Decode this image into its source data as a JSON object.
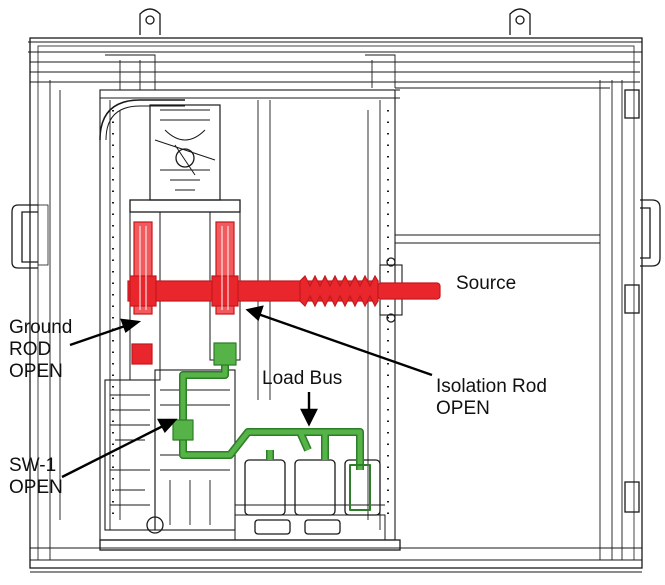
{
  "labels": {
    "source": "Source",
    "ground": [
      "Ground",
      "ROD",
      "OPEN"
    ],
    "load_bus": "Load Bus",
    "isolation": [
      "Isolation Rod",
      "OPEN"
    ],
    "sw1": [
      "SW-1",
      "OPEN"
    ]
  },
  "colors": {
    "line": "#1a1a1a",
    "energized": "#e8262b",
    "energized_fill": "#f25a5e",
    "load_path": "#55b348",
    "load_path_dark": "#2e7d28",
    "background": "#ffffff"
  }
}
